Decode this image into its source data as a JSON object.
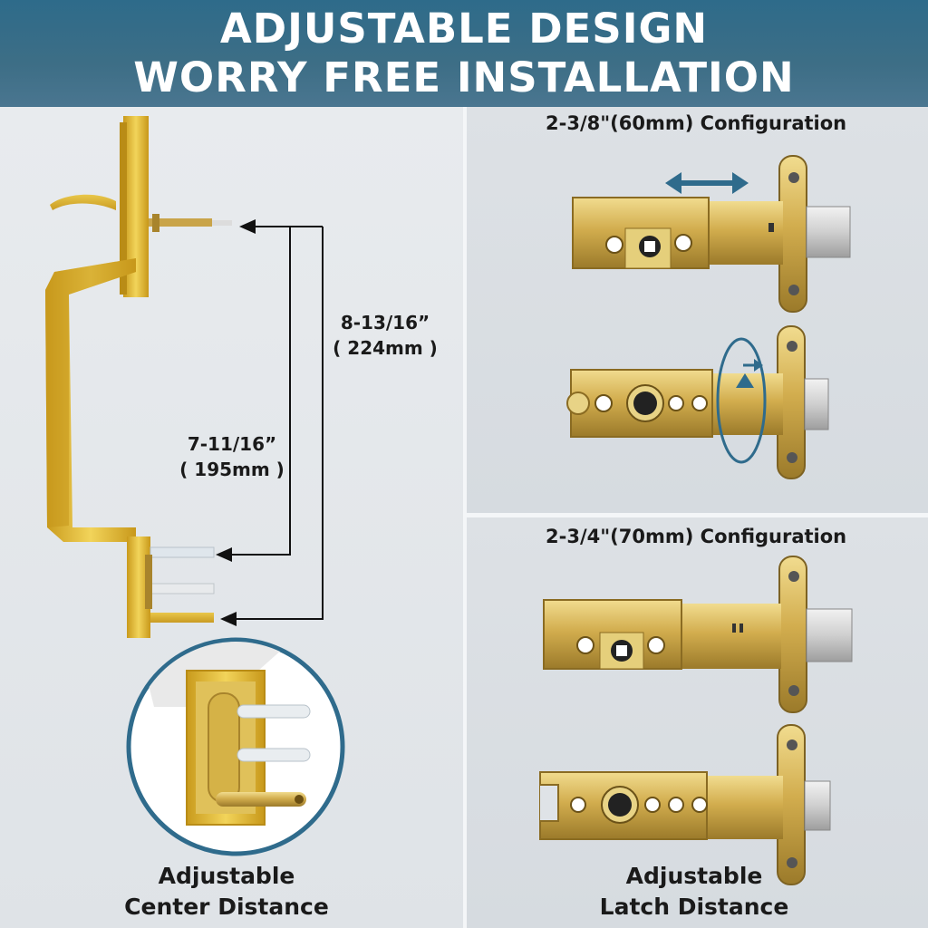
{
  "header": {
    "line1": "ADJUSTABLE DESIGN",
    "line2": "WORRY FREE INSTALLATION"
  },
  "left_panel": {
    "dimension_outer": {
      "line1": "8-13/16”",
      "line2": "( 224mm )"
    },
    "dimension_inner": {
      "line1": "7-11/16”",
      "line2": "( 195mm )"
    },
    "caption": {
      "line1": "Adjustable",
      "line2": "Center Distance"
    }
  },
  "right_panel": {
    "config_top_title": "2-3/8\"(60mm) Configuration",
    "config_bottom_title": "2-3/4\"(70mm) Configuration",
    "caption": {
      "line1": "Adjustable",
      "line2": "Latch Distance"
    }
  },
  "icons": [
    "handle-illustration",
    "double-arrow-icon",
    "rotate-arrow-icon",
    "latch-illustration",
    "zoom-detail-circle"
  ],
  "colors": {
    "banner": "#3d6e86",
    "gold": "#d8b23a",
    "brass": "#c9a449",
    "arrow_blue": "#2f6b8c",
    "text": "#1a1a1a"
  }
}
